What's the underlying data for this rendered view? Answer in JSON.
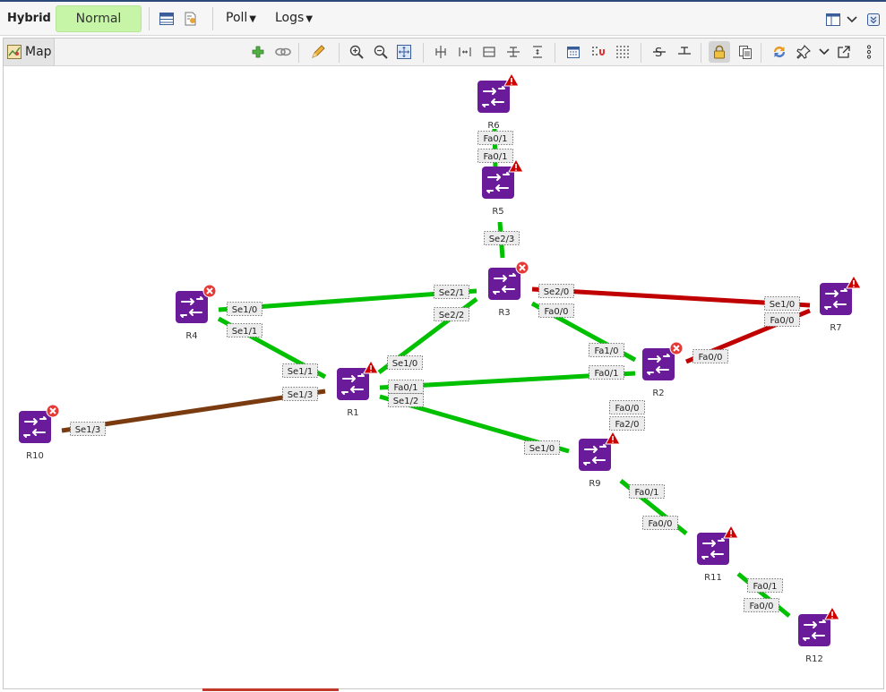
{
  "app": {
    "title": "Hybrid",
    "status": "Normal"
  },
  "menus": {
    "poll": "Poll",
    "logs": "Logs"
  },
  "tab": {
    "label": "Map"
  },
  "colors": {
    "status_bg": "#c6f5a8",
    "link_up": "#00c000",
    "link_down": "#c00000",
    "link_other": "#7a3b10",
    "router": "#6a1b9a",
    "alert_warn": "#d00000",
    "alert_error": "#e53935"
  },
  "icons": {
    "toolbar": [
      "table-icon",
      "export-icon",
      "layout-icon",
      "chevron-down-icon",
      "collapse-icon"
    ],
    "map_toolbar": [
      "add-icon",
      "link-icon",
      "pen-icon",
      "zoom-in-icon",
      "zoom-out-icon",
      "fit-icon",
      "align-h-icon",
      "space-h-icon",
      "align-v-icon",
      "center-v-icon",
      "space-v-icon",
      "calendar-icon",
      "magnet-icon",
      "grid-icon",
      "strike-icon",
      "baseline-icon",
      "lock-icon",
      "copy-icon",
      "sync-icon",
      "pin-icon",
      "chevron-down-icon",
      "open-external-icon",
      "more-icon"
    ]
  },
  "routers": [
    {
      "id": "R1",
      "label": "R1",
      "alert": "warning"
    },
    {
      "id": "R2",
      "label": "R2",
      "alert": "error"
    },
    {
      "id": "R3",
      "label": "R3",
      "alert": "error"
    },
    {
      "id": "R4",
      "label": "R4",
      "alert": "error"
    },
    {
      "id": "R5",
      "label": "R5",
      "alert": "warning"
    },
    {
      "id": "R6",
      "label": "R6",
      "alert": "warning"
    },
    {
      "id": "R7",
      "label": "R7",
      "alert": "warning"
    },
    {
      "id": "R9",
      "label": "R9",
      "alert": "warning"
    },
    {
      "id": "R10",
      "label": "R10",
      "alert": "error"
    },
    {
      "id": "R11",
      "label": "R11",
      "alert": "warning"
    },
    {
      "id": "R12",
      "label": "R12",
      "alert": "warning"
    }
  ],
  "links": [
    {
      "from": "R6",
      "to": "R5",
      "status": "up",
      "labels": [
        "Fa0/1",
        "Fa0/1"
      ]
    },
    {
      "from": "R5",
      "to": "R3",
      "status": "up",
      "labels": [
        "Se2/3"
      ]
    },
    {
      "from": "R4",
      "to": "R3",
      "status": "up",
      "labels": [
        "Se1/0",
        "Se2/1"
      ]
    },
    {
      "from": "R4",
      "to": "R1",
      "status": "up",
      "labels": [
        "Se1/1",
        "Se1/1"
      ]
    },
    {
      "from": "R3",
      "to": "R1",
      "status": "up",
      "labels": [
        "Se2/2",
        "Se1/0"
      ]
    },
    {
      "from": "R3",
      "to": "R7",
      "status": "down",
      "labels": [
        "Se2/0",
        "Se1/0"
      ]
    },
    {
      "from": "R3",
      "to": "R2",
      "status": "up",
      "labels": [
        "Fa0/0",
        "Fa1/0"
      ]
    },
    {
      "from": "R2",
      "to": "R7",
      "status": "down",
      "labels": [
        "Fa0/0",
        "Fa0/0"
      ]
    },
    {
      "from": "R1",
      "to": "R2",
      "status": "up",
      "labels": [
        "Fa0/1",
        "Fa0/1"
      ]
    },
    {
      "from": "R10",
      "to": "R1",
      "status": "other",
      "labels": [
        "Se1/3",
        "Se1/3"
      ]
    },
    {
      "from": "R1",
      "to": "R9",
      "status": "up",
      "labels": [
        "Se1/2",
        "Se1/0"
      ]
    },
    {
      "from": "R9",
      "to": "R2",
      "status": "none",
      "labels": [
        "Fa2/0",
        "Fa0/0"
      ]
    },
    {
      "from": "R9",
      "to": "R11",
      "status": "up",
      "labels": [
        "Fa0/1",
        "Fa0/0"
      ]
    },
    {
      "from": "R11",
      "to": "R12",
      "status": "up",
      "labels": [
        "Fa0/1",
        "Fa0/0"
      ]
    }
  ]
}
